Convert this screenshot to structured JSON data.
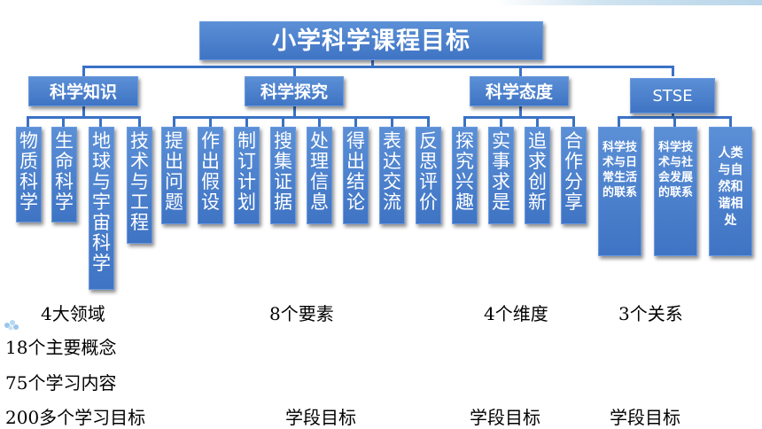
{
  "title": "小学科学课程目标",
  "categories": [
    {
      "label": "科学知识",
      "items": [
        "物质科学",
        "生命科学",
        "地球与宇宙科学",
        "技术与工程"
      ],
      "caption": "4大领域"
    },
    {
      "label": "科学探究",
      "items": [
        "提出问题",
        "作出假设",
        "制订计划",
        "搜集证据",
        "处理信息",
        "得出结论",
        "表达交流",
        "反思评价"
      ],
      "caption": "8个要素"
    },
    {
      "label": "科学态度",
      "items": [
        "探究兴趣",
        "实事求是",
        "追求创新",
        "合作分享"
      ],
      "caption": "4个维度"
    },
    {
      "label": "STSE",
      "items": [
        "科学技术与日常生活的联系",
        "科学技术与社会发展的联系",
        "人类与自然和谐相处"
      ],
      "caption": "3个关系"
    }
  ],
  "notes": {
    "concepts": "18个主要概念",
    "contents": "75个学习内容",
    "goals": "200多个学习目标"
  },
  "stage_goals": [
    "学段目标",
    "学段目标",
    "学段目标"
  ],
  "colors": {
    "box_fill": "#4a80cf",
    "line": "#3a72c6",
    "text": "#ffffff"
  }
}
